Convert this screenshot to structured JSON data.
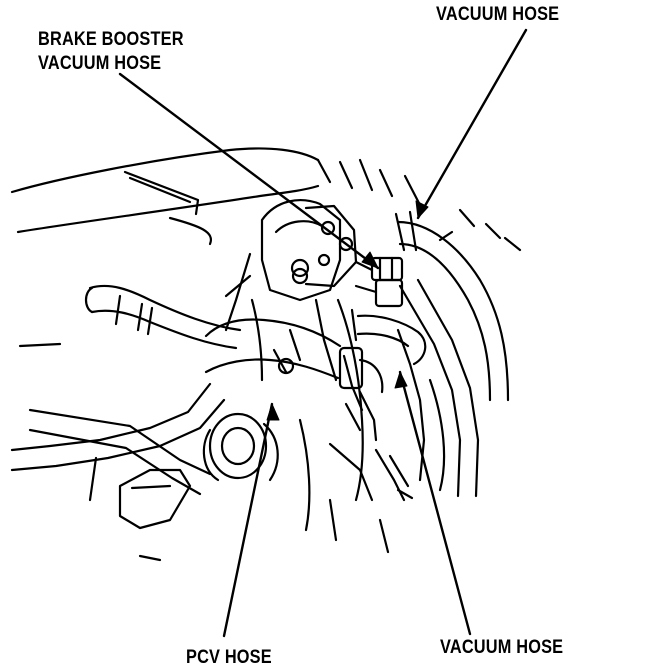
{
  "labels": {
    "brake_booster_line1": "BRAKE BOOSTER",
    "brake_booster_line2": "VACUUM HOSE",
    "vacuum_hose_top": "VACUUM HOSE",
    "vacuum_hose_bottom": "VACUUM HOSE",
    "pcv_hose": "PCV HOSE"
  },
  "colors": {
    "ink": "#000000",
    "paper": "#ffffff"
  }
}
